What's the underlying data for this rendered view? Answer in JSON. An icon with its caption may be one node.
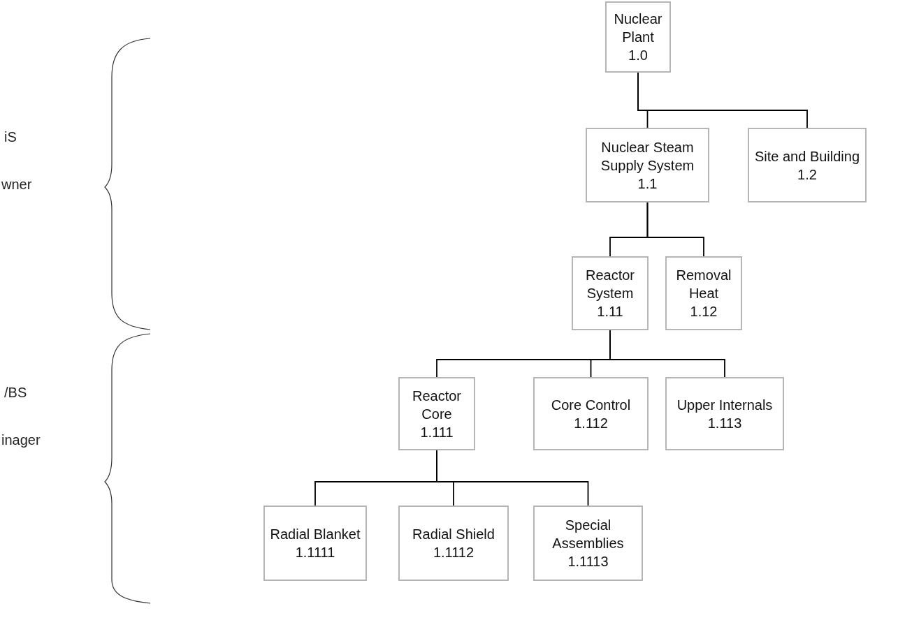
{
  "diagram": {
    "nodes": [
      {
        "text": [
          "Nuclear Plant",
          "1.0"
        ]
      },
      {
        "text": [
          "Nuclear Steam Supply System",
          "1.1"
        ]
      },
      {
        "text": [
          "Site and Building",
          "1.2"
        ]
      },
      {
        "text": [
          "Reactor System",
          "1.11"
        ]
      },
      {
        "text": [
          "Removal Heat",
          "1.12"
        ]
      },
      {
        "text": [
          "Reactor Core",
          "1.111"
        ]
      },
      {
        "text": [
          "Core Control",
          "1.112"
        ]
      },
      {
        "text": [
          "Upper Internals",
          "1.113"
        ]
      },
      {
        "text": [
          "Radial Blanket",
          "1.1111"
        ]
      },
      {
        "text": [
          "Radial Shield",
          "1.1112"
        ]
      },
      {
        "text": [
          "Special Assemblies",
          "1.1113"
        ]
      }
    ],
    "edges": [
      {
        "from": 0,
        "to": 1,
        "arrow": "none"
      },
      {
        "from": 0,
        "to": 2,
        "arrow": "none"
      },
      {
        "from": 1,
        "to": 3,
        "arrow": "none"
      },
      {
        "from": 1,
        "to": 4,
        "arrow": "none"
      },
      {
        "from": 3,
        "to": 5,
        "arrow": "none"
      },
      {
        "from": 3,
        "to": 6,
        "arrow": "none"
      },
      {
        "from": 3,
        "to": 7,
        "arrow": "none"
      },
      {
        "from": 5,
        "to": 8,
        "arrow": "none"
      },
      {
        "from": 5,
        "to": 9,
        "arrow": "none"
      },
      {
        "from": 5,
        "to": 10,
        "arrow": "none"
      }
    ],
    "labels": [
      "iS",
      "wner",
      "/BS",
      "inager"
    ]
  }
}
